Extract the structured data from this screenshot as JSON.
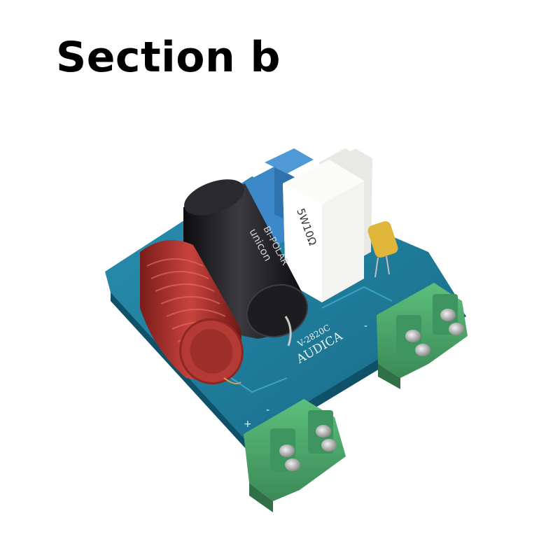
{
  "heading": "Section b",
  "photo": {
    "subject": "speaker crossover circuit board",
    "pcb_marking_brand": "AUDICA",
    "pcb_marking_model": "V-2820C",
    "capacitor_brand": "unicon",
    "capacitor_text": "BI-POLAR",
    "resistor_marking": "5W10Ω",
    "terminal_polarity": [
      "+",
      "-"
    ],
    "colors": {
      "pcb": "#1f7f9c",
      "inductor": "#a8302c",
      "capacitor": "#1c1c1e",
      "terminal": "#48a36a",
      "resistor": "#f3f3ef",
      "film_cap": "#3d88c9",
      "small_cap": "#e0b63a"
    }
  }
}
